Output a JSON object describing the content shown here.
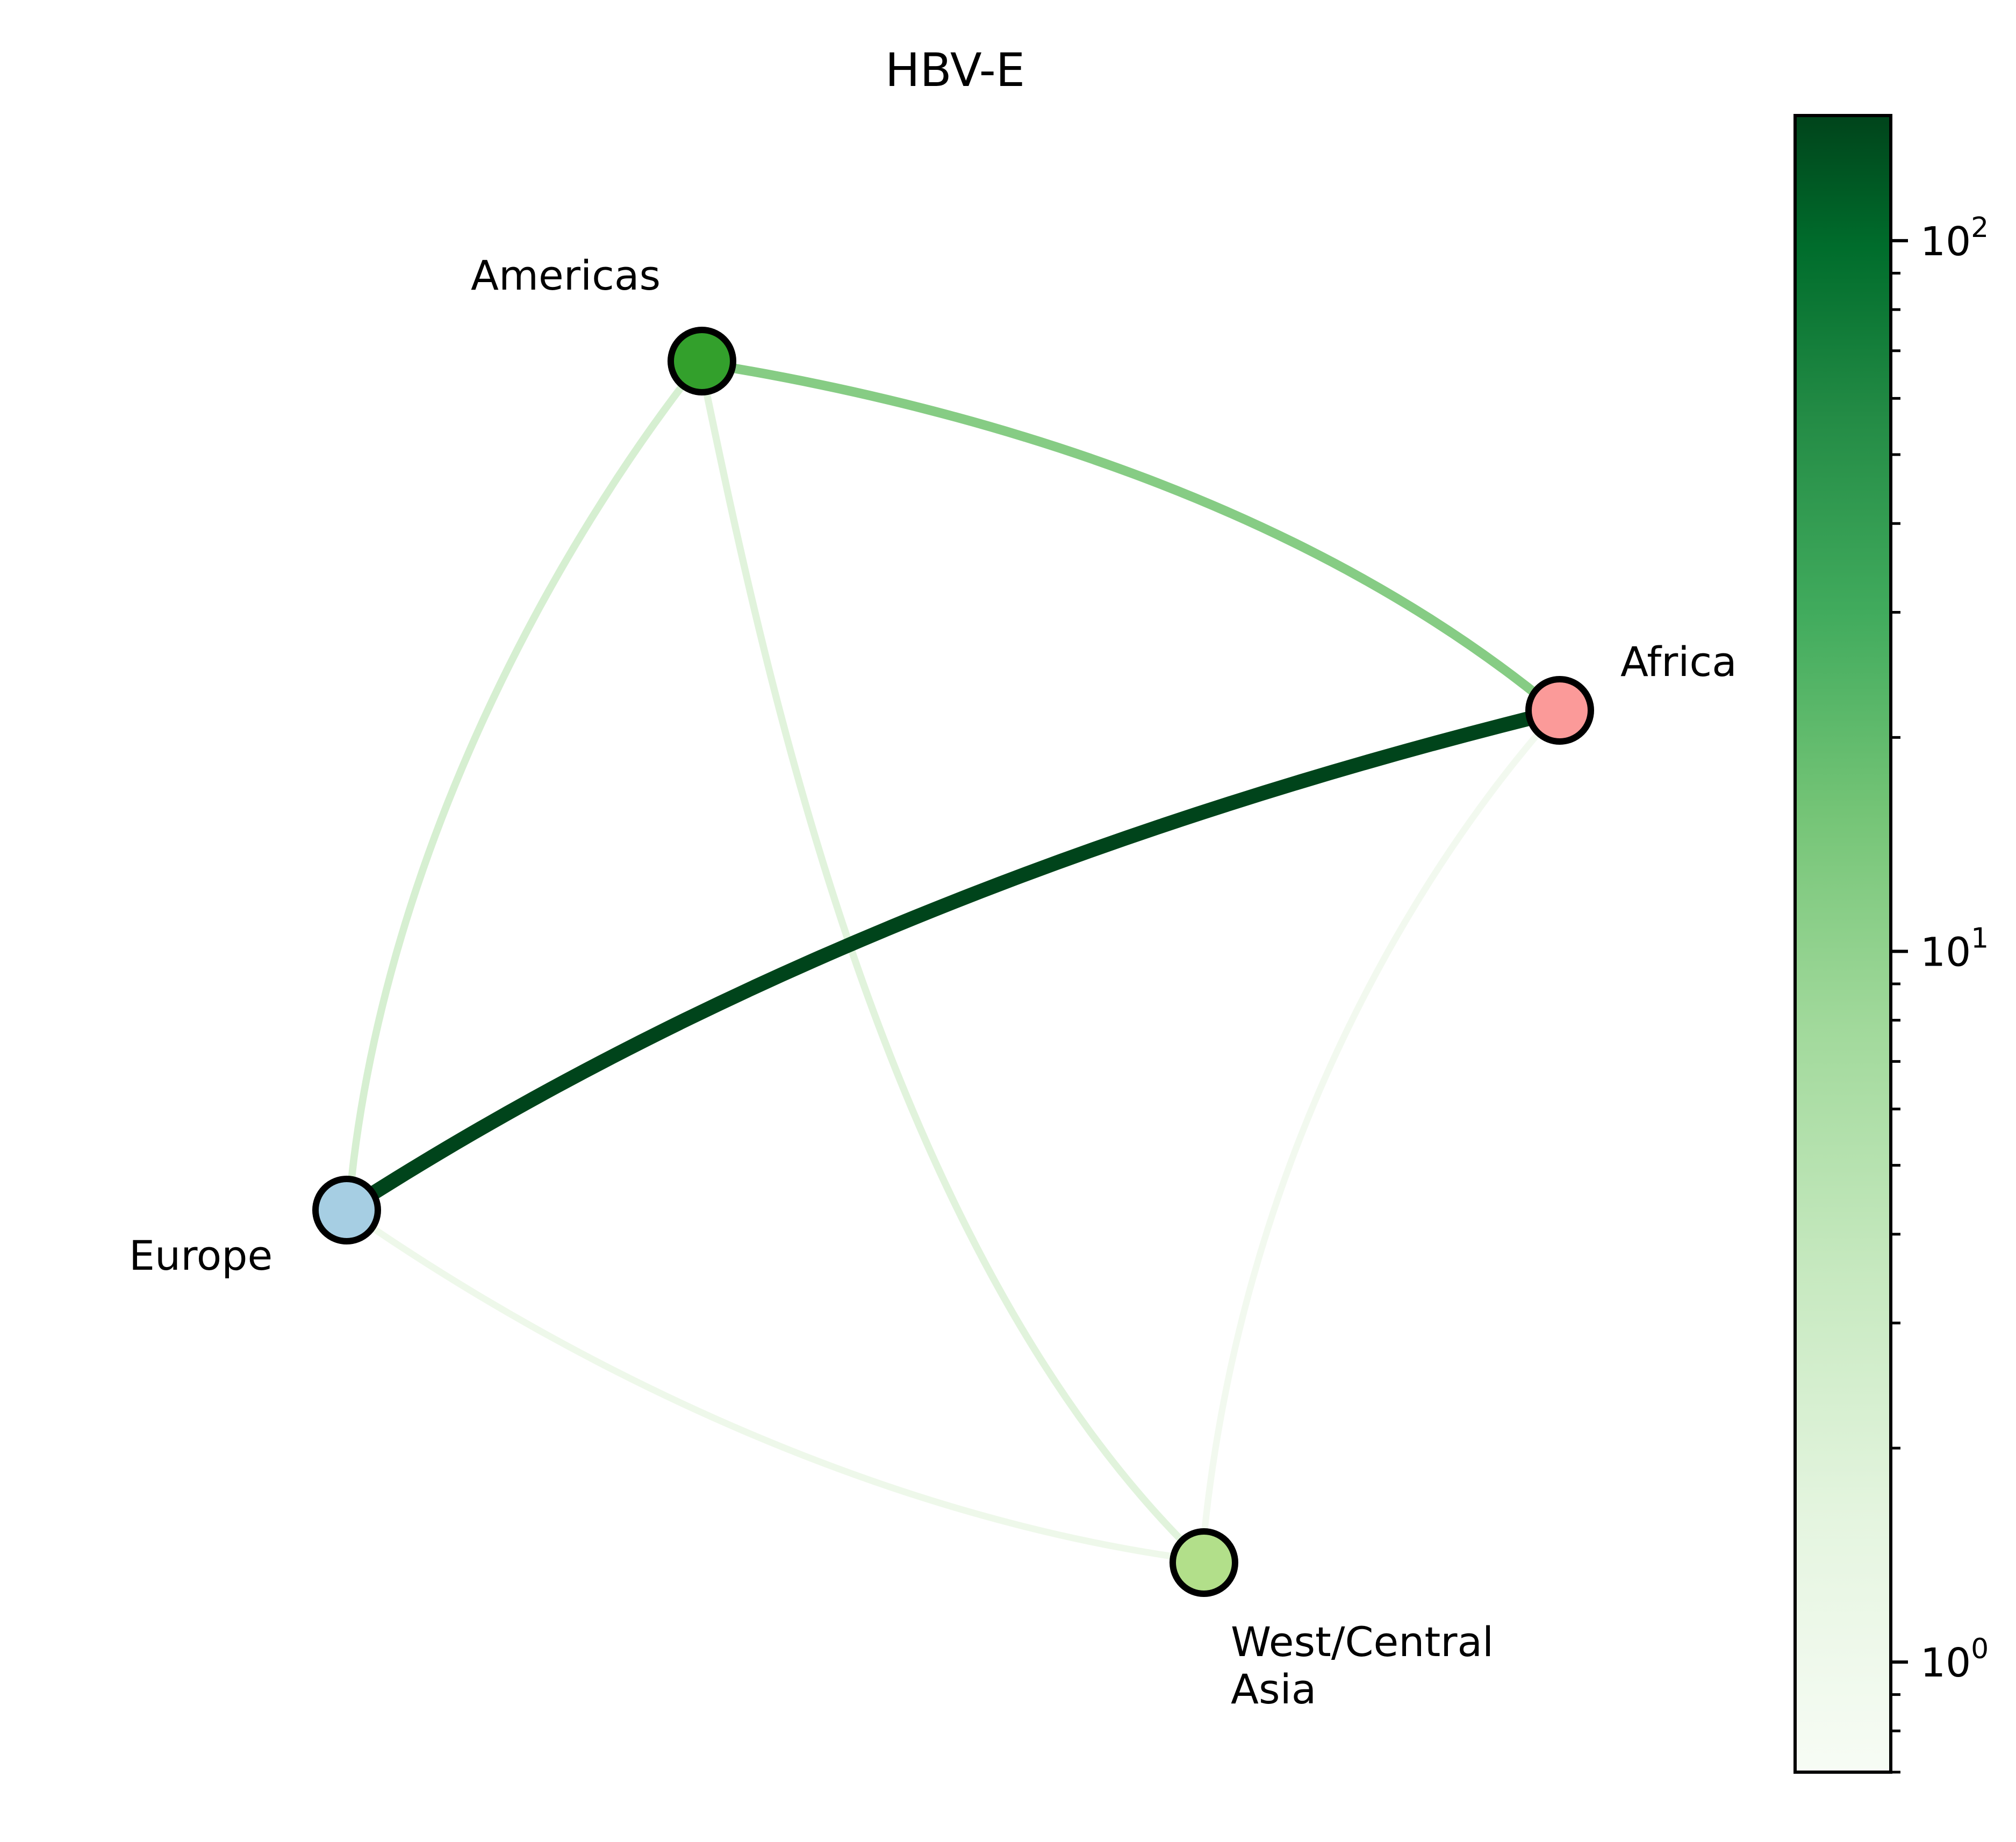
{
  "title": "HBV-E",
  "colorbar": {
    "scale": "log",
    "colormap": "Greens",
    "range": [
      0.7,
      150
    ],
    "ticks": [
      {
        "base": "10",
        "exp": "0"
      },
      {
        "base": "10",
        "exp": "1"
      },
      {
        "base": "10",
        "exp": "2"
      }
    ]
  },
  "nodes": [
    {
      "id": "americas",
      "label": "Americas",
      "color": "#33a02c"
    },
    {
      "id": "africa",
      "label": "Africa",
      "color": "#fb9a99"
    },
    {
      "id": "europe",
      "label": "Europe",
      "color": "#a6cee3"
    },
    {
      "id": "westcentralasia",
      "label": "West/Central Asia",
      "label_lines": [
        "West/Central",
        "Asia"
      ],
      "color": "#b2df8a"
    }
  ],
  "edges": [
    {
      "from": "europe",
      "to": "africa",
      "value": 140,
      "color": "#00441b"
    },
    {
      "from": "americas",
      "to": "africa",
      "value": 8,
      "color": "#86cc84"
    },
    {
      "from": "americas",
      "to": "europe",
      "value": 1.9,
      "color": "#d6efd1"
    },
    {
      "from": "americas",
      "to": "westcentralasia",
      "value": 1.5,
      "color": "#e1f3dc"
    },
    {
      "from": "europe",
      "to": "westcentralasia",
      "value": 1.0,
      "color": "#eef8ea"
    },
    {
      "from": "africa",
      "to": "westcentralasia",
      "value": 0.9,
      "color": "#f2f9ef"
    }
  ]
}
